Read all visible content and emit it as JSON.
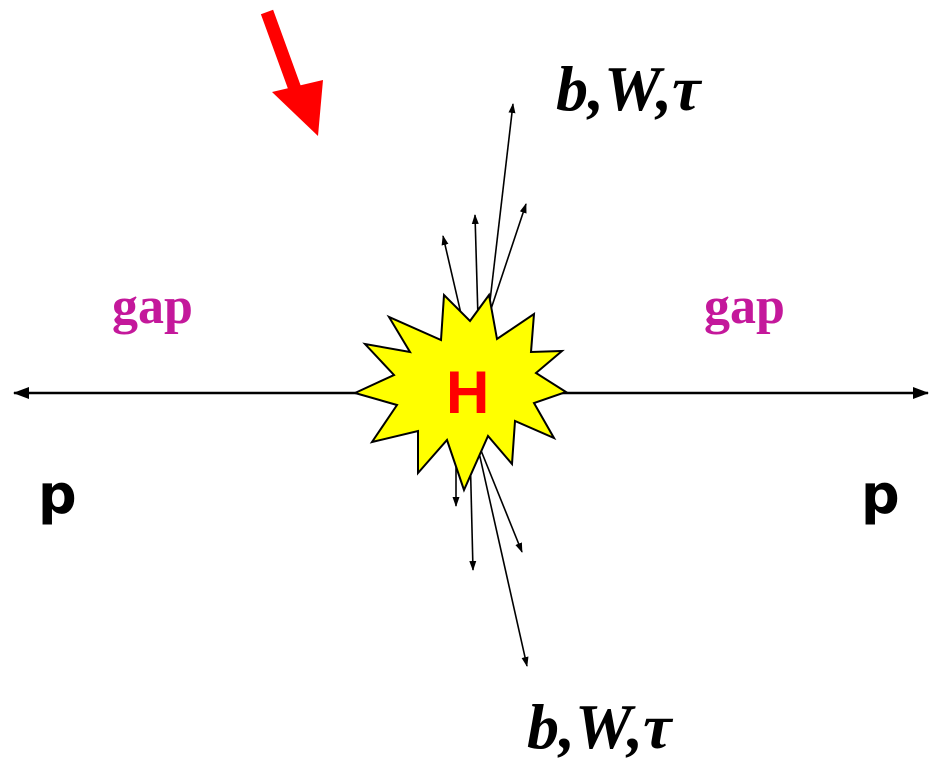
{
  "diagram": {
    "higgs_label": "H",
    "gap_left": "gap",
    "gap_right": "gap",
    "proton_left": "p",
    "proton_right": "p",
    "products_top": "b,W,τ",
    "products_bottom": "b,W,τ"
  },
  "colors": {
    "arrow_pointer": "#ff0000",
    "burst_fill": "#ffff00",
    "burst_stroke": "#000000",
    "higgs_text": "#ff0000",
    "gap_text": "#c4189b",
    "lines": "#000000"
  },
  "icons": {
    "pointer": "red-down-arrow-icon",
    "burst": "explosion-burst-icon"
  }
}
